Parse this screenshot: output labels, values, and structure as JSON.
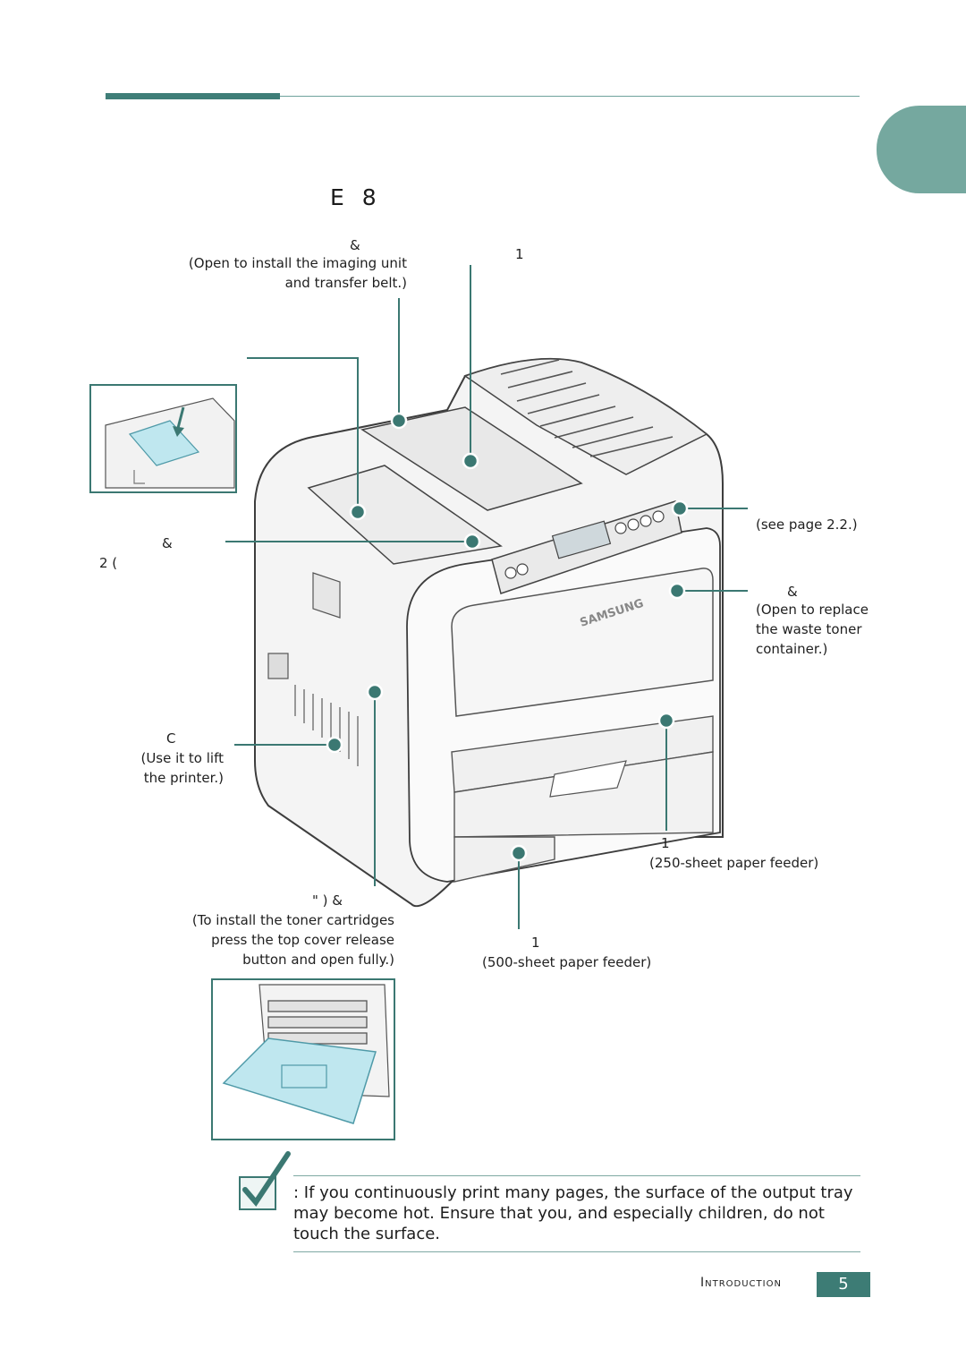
{
  "header": {
    "title": "E 8"
  },
  "callouts": {
    "top_cover_mark": "&",
    "top_cover_desc_1": "(Open to install the imaging unit",
    "top_cover_desc_2": "and transfer belt.)",
    "output_tray_mark": "1",
    "release_button_mark": "&",
    "release_button_sub": "2 (",
    "control_panel_desc": "see page 2.2.",
    "control_panel_desc_full": "(see page 2.2.)",
    "right_door_mark": "&",
    "right_door_desc_1": "(Open to replace",
    "right_door_desc_2": "the waste toner",
    "right_door_desc_3": "container.)",
    "handle_mark": "C",
    "handle_desc_1": "(Use it to lift",
    "handle_desc_2": "the printer.)",
    "tray1_mark": "1",
    "tray1_desc": "(250-sheet paper feeder)",
    "front_cover_mark": "\" ) &",
    "front_cover_desc_1": "(To install the toner cartridges",
    "front_cover_desc_2": "press the top cover release",
    "front_cover_desc_3": "button and open fully.)",
    "tray2_mark": "1",
    "tray2_desc": "(500-sheet paper feeder)"
  },
  "printer_logo": "SAMSUNG",
  "note": {
    "text": ": If you continuously print many pages, the surface of the output tray may become hot. Ensure that you, and especially children, do not touch the surface."
  },
  "footer": {
    "section": "Introduction",
    "page": "5"
  },
  "colors": {
    "accent": "#3f7e78",
    "tab": "#75a89f",
    "highlight": "#bfe7ef"
  }
}
